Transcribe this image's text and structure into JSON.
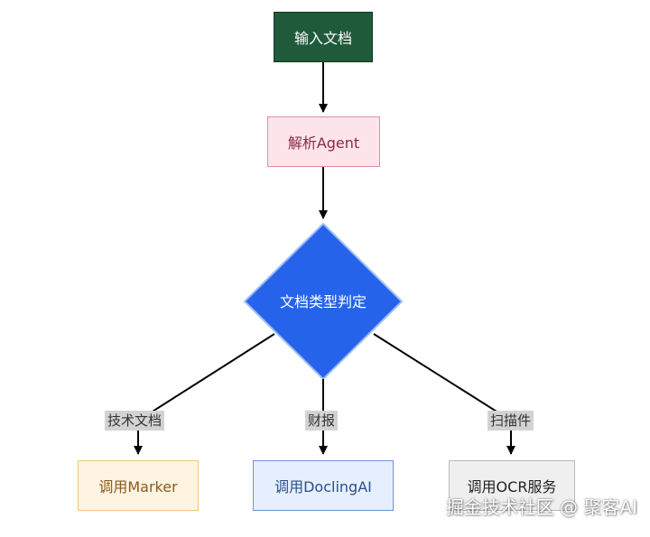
{
  "nodes": {
    "input": "输入文档",
    "parse": "解析Agent",
    "decision": "文档类型判定",
    "marker": "调用Marker",
    "docling": "调用DoclingAI",
    "ocr": "调用OCR服务"
  },
  "edges": {
    "tech_label": "技术文档",
    "finance_label": "财报",
    "scan_label": "扫描件"
  },
  "watermark": "掘金技术社区 @ 聚客AI",
  "colors": {
    "input_fill": "#1f5a3b",
    "parse_fill": "#fde4ea",
    "decision_fill": "#2563eb",
    "marker_fill": "#fff4e1",
    "docling_fill": "#e6efff",
    "ocr_fill": "#efefef"
  }
}
